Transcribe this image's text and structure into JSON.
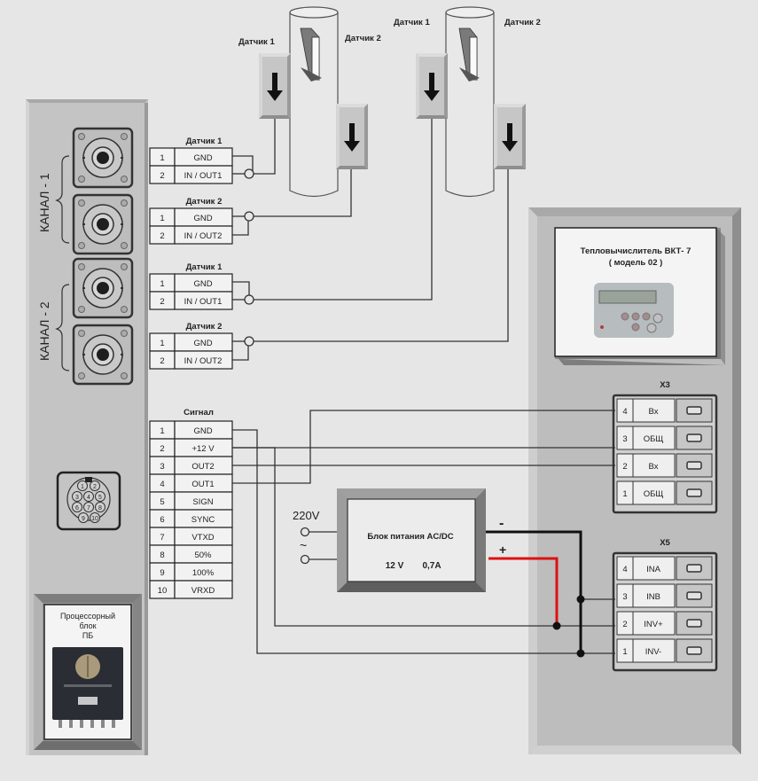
{
  "sensors_top": {
    "pipe1": {
      "sensor1_label": "Датчик 1",
      "sensor2_label": "Датчик 2"
    },
    "pipe2": {
      "sensor1_label": "Датчик 1",
      "sensor2_label": "Датчик 2"
    }
  },
  "left_panel": {
    "channel1_label": "КАНАЛ - 1",
    "channel2_label": "КАНАЛ - 2",
    "connector_pins": [
      "1",
      "2",
      "3",
      "4",
      "5",
      "6",
      "7",
      "8",
      "9",
      "10"
    ],
    "processor": {
      "line1": "Процессорный",
      "line2": "блок",
      "line3": "ПБ"
    }
  },
  "sensor_blocks": [
    {
      "title": "Датчик 1",
      "rows": [
        {
          "num": "1",
          "name": "GND"
        },
        {
          "num": "2",
          "name": "IN / OUT1"
        }
      ]
    },
    {
      "title": "Датчик 2",
      "rows": [
        {
          "num": "1",
          "name": "GND"
        },
        {
          "num": "2",
          "name": "IN / OUT2"
        }
      ]
    },
    {
      "title": "Датчик 1",
      "rows": [
        {
          "num": "1",
          "name": "GND"
        },
        {
          "num": "2",
          "name": "IN / OUT1"
        }
      ]
    },
    {
      "title": "Датчик 2",
      "rows": [
        {
          "num": "1",
          "name": "GND"
        },
        {
          "num": "2",
          "name": "IN / OUT2"
        }
      ]
    }
  ],
  "signal_block": {
    "title": "Сигнал",
    "rows": [
      {
        "num": "1",
        "name": "GND"
      },
      {
        "num": "2",
        "name": "+12 V"
      },
      {
        "num": "3",
        "name": "OUT2"
      },
      {
        "num": "4",
        "name": "OUT1"
      },
      {
        "num": "5",
        "name": "SIGN"
      },
      {
        "num": "6",
        "name": "SYNC"
      },
      {
        "num": "7",
        "name": "VTXD"
      },
      {
        "num": "8",
        "name": "50%"
      },
      {
        "num": "9",
        "name": "100%"
      },
      {
        "num": "10",
        "name": "VRXD"
      }
    ]
  },
  "power_supply": {
    "title": "Блок питания AC/DC",
    "voltage": "12 V",
    "current": "0,7A",
    "input_label": "220V",
    "ac_symbol": "~",
    "minus": "-",
    "plus": "+"
  },
  "calculator": {
    "title_line1": "Тепловычислитель  ВКТ- 7",
    "title_line2": "( модель 02 )"
  },
  "x3": {
    "title": "X3",
    "rows": [
      {
        "num": "4",
        "name": "Вх"
      },
      {
        "num": "3",
        "name": "ОБЩ"
      },
      {
        "num": "2",
        "name": "Вх"
      },
      {
        "num": "1",
        "name": "ОБЩ"
      }
    ]
  },
  "x5": {
    "title": "X5",
    "rows": [
      {
        "num": "4",
        "name": "INA"
      },
      {
        "num": "3",
        "name": "INB"
      },
      {
        "num": "2",
        "name": "INV+"
      },
      {
        "num": "1",
        "name": "INV-"
      }
    ]
  },
  "colors": {
    "background": "#e6e6e6",
    "panel": "#c4c4c4",
    "wire": "#222222",
    "positive_wire": "#e01010"
  }
}
